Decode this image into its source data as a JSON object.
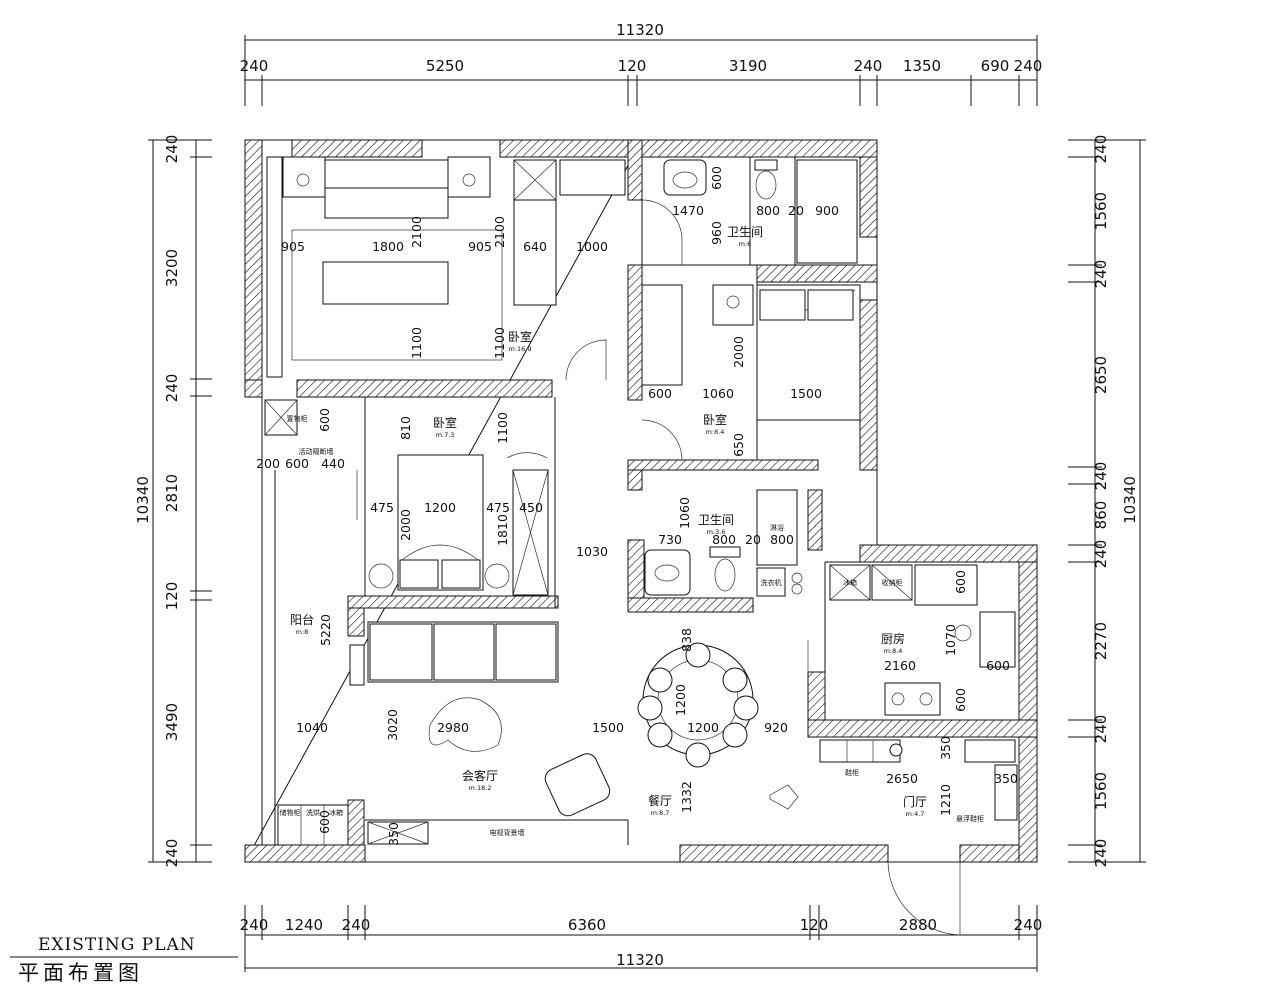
{
  "title": {
    "en": "EXISTING PLAN",
    "zh": "平面布置图"
  },
  "top_dims": {
    "total": "11320",
    "segments": [
      "240",
      "5250",
      "120",
      "3190",
      "240",
      "1350",
      "690",
      "240"
    ]
  },
  "bottom_dims": {
    "total": "11320",
    "segments": [
      "240",
      "1240",
      "240",
      "6360",
      "120",
      "2880",
      "240"
    ]
  },
  "left_dims": {
    "total": "10340",
    "segments": [
      "240",
      "3200",
      "240",
      "2810",
      "120",
      "3490",
      "240"
    ]
  },
  "right_dims": {
    "total": "10340",
    "segments": [
      "240",
      "1560",
      "240",
      "2650",
      "240",
      "860",
      "240",
      "2270",
      "240",
      "1560",
      "240"
    ]
  },
  "rooms": {
    "master_bedroom": {
      "name": "卧室",
      "area": "m:16.9"
    },
    "second_bedroom": {
      "name": "卧室",
      "area": "m:7.3"
    },
    "third_bedroom": {
      "name": "卧室",
      "area": "m:8.4"
    },
    "bath_top": {
      "name": "卫生间",
      "area": "m:6"
    },
    "bath_mid": {
      "name": "卫生间",
      "area": "m:3.6"
    },
    "balcony": {
      "name": "阳台",
      "area": "m:8"
    },
    "living": {
      "name": "会客厅",
      "area": "m:18.2"
    },
    "dining": {
      "name": "餐厅",
      "area": "m:8.7"
    },
    "kitchen": {
      "name": "厨房",
      "area": "m:8.4"
    },
    "foyer": {
      "name": "门厅",
      "area": "m:4.7"
    }
  },
  "inner_dims": [
    "905",
    "1800",
    "2100",
    "905",
    "2100",
    "640",
    "1000",
    "1100",
    "1100",
    "1470",
    "600",
    "800",
    "20",
    "900",
    "960",
    "2000",
    "600",
    "1060",
    "1500",
    "650",
    "810",
    "1100",
    "600",
    "200",
    "600",
    "440",
    "475",
    "1200",
    "475",
    "450",
    "2000",
    "1810",
    "1060",
    "730",
    "800",
    "20",
    "800",
    "1030",
    "5220",
    "600",
    "600",
    "1070",
    "2160",
    "600",
    "838",
    "1200",
    "1200",
    "920",
    "1332",
    "1040",
    "3020",
    "2980",
    "1500",
    "350",
    "2650",
    "350",
    "1210",
    "600",
    "350"
  ],
  "annotations": [
    "置物柜",
    "活动隔断墙",
    "储物柜",
    "洗烘",
    "冰箱",
    "电视背景墙",
    "冰箱",
    "收纳柜",
    "鞋柜",
    "悬浮鞋柜",
    "淋浴",
    "洗衣机"
  ]
}
